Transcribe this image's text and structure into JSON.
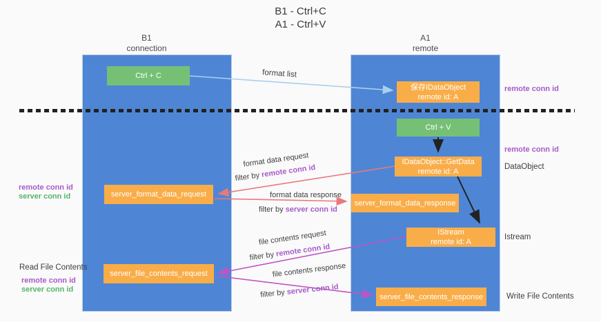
{
  "title": {
    "line1": "B1 - Ctrl+C",
    "line2": "A1 - Ctrl+V"
  },
  "columns": {
    "left": {
      "name": "B1",
      "subtitle": "connection"
    },
    "right": {
      "name": "A1",
      "subtitle": "remote"
    }
  },
  "boxes": {
    "ctrl_c": "Ctrl + C",
    "ctrl_v": "Ctrl + V",
    "save_dataobject": {
      "line1": "保存IDataObject",
      "line2": "remote id: A"
    },
    "getdata": {
      "line1": "IDataObject::GetData",
      "line2": "remote id: A"
    },
    "istream": {
      "line1": "IStream",
      "line2": "remote id: A"
    },
    "format_request": "server_format_data_request",
    "format_response": "server_format_data_response",
    "file_request": "server_file_contents_request",
    "file_response": "server_file_contents_response"
  },
  "arrow_labels": {
    "format_list": "format list",
    "format_data_request": "format data request",
    "format_data_response": "format data response",
    "file_contents_request": "file contents request",
    "file_contents_response": "file contents response",
    "filter_by": "filter by",
    "remote_conn_id": "remote conn id",
    "server_conn_id": "server conn id"
  },
  "side_labels": {
    "remote_conn_id": "remote conn id",
    "server_conn_id": "server conn id",
    "dataobject": "DataObject",
    "istream": "Istream",
    "read_file_contents": "Read File Contents",
    "write_file_contents": "Write File Contents"
  },
  "colors": {
    "lifeline_blue": "#4e86d5",
    "box_green": "#75c075",
    "box_orange": "#f9ad49",
    "arrow_lightblue": "#a9cfee",
    "arrow_salmon": "#e8797b",
    "arrow_magenta": "#c153c5",
    "arrow_black": "#222222",
    "label_purple": "#a75bc9",
    "label_green": "#56b469"
  }
}
